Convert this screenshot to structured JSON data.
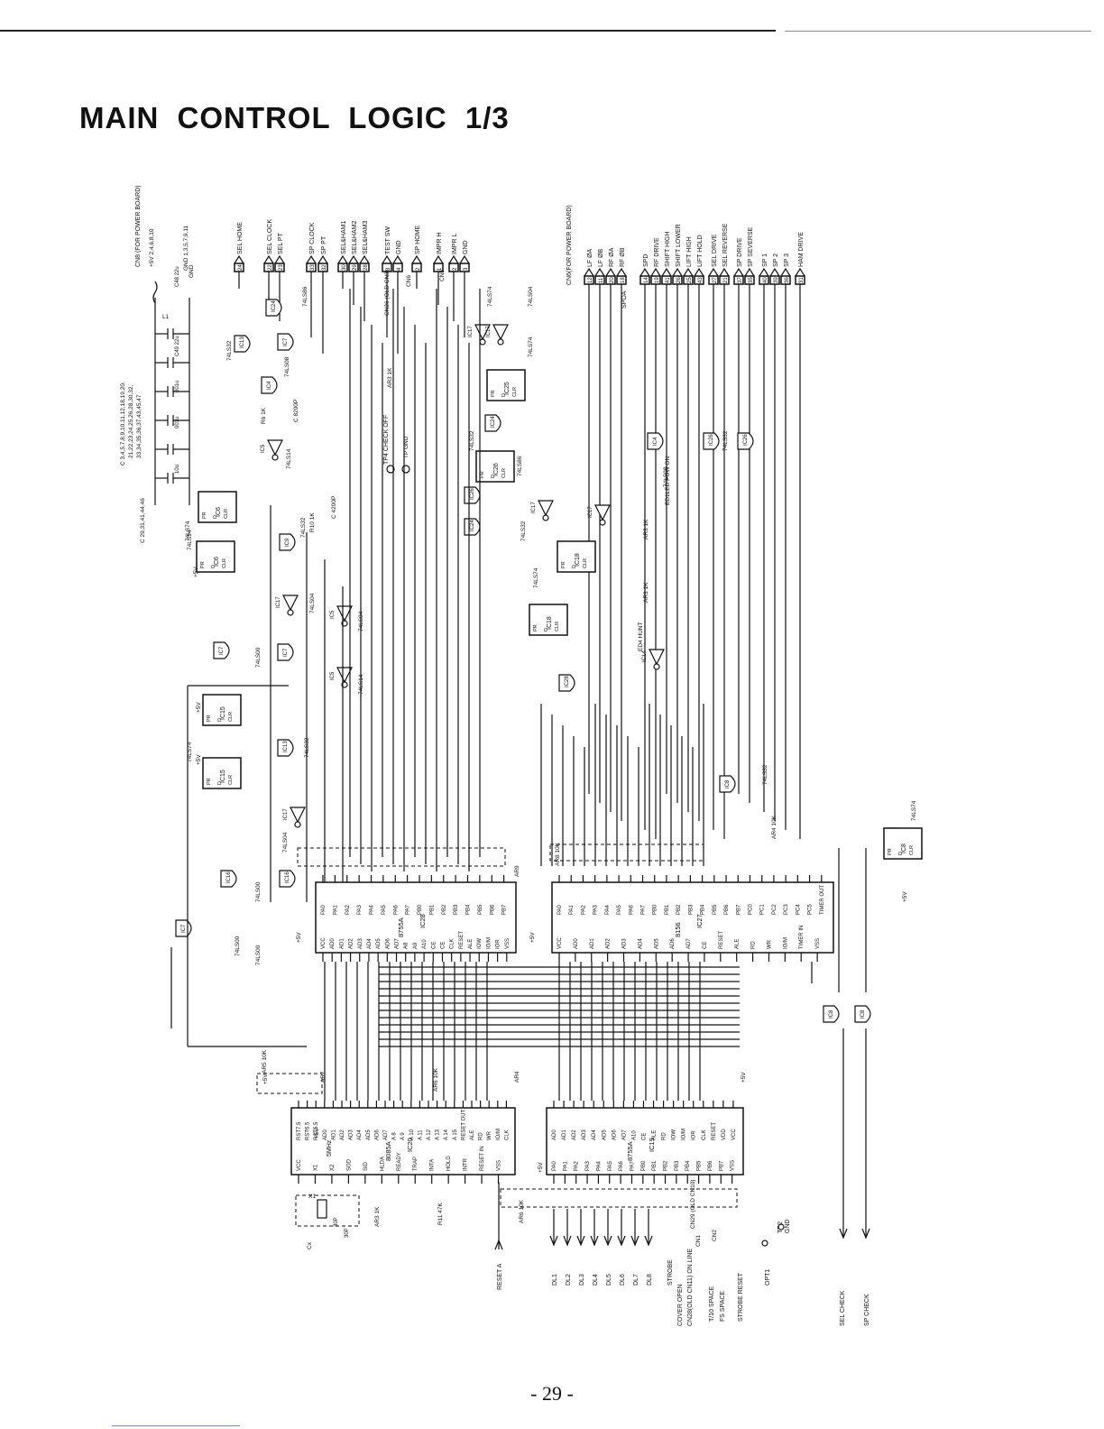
{
  "page": {
    "title": "MAIN CONTROL LOGIC 1/3",
    "page_number": "- 29 -"
  },
  "connectors_right": [
    {
      "pin": "24",
      "label": "SEL HOME"
    },
    {
      "pin": "22",
      "label": "SEL CLOCK"
    },
    {
      "pin": "23",
      "label": "SEL PT"
    },
    {
      "pin": "33",
      "label": "SP CLOCK"
    },
    {
      "pin": "32",
      "label": "SP PT"
    },
    {
      "pin": "30",
      "label": "SEL&HAM1"
    },
    {
      "pin": "29",
      "label": "SEL&HAM2"
    },
    {
      "pin": "28",
      "label": "SEL&HAM3"
    },
    {
      "pin": "3",
      "label": "TEST SW"
    },
    {
      "pin": "4",
      "label": "GND"
    },
    {
      "pin": "2",
      "label": "SP HOME"
    },
    {
      "pin": "1",
      "label": "IMPR H"
    },
    {
      "pin": "2",
      "label": "IMPR L"
    },
    {
      "pin": "3",
      "label": "GND"
    }
  ],
  "connectors_power": [
    {
      "pin": "12",
      "label": "LF ØA"
    },
    {
      "pin": "11",
      "label": "LF ØB"
    },
    {
      "pin": "20",
      "label": "RF ØA"
    },
    {
      "pin": "18",
      "label": "RF ØB"
    },
    {
      "pin": "14",
      "label": "SPD"
    },
    {
      "pin": "19",
      "label": "RF DRIVE"
    },
    {
      "pin": "41",
      "label": "SHIFT HIGH"
    },
    {
      "pin": "26",
      "label": "SHIFT LOWER"
    },
    {
      "pin": "25",
      "label": "LIFT HIGH"
    },
    {
      "pin": "43",
      "label": "LIFT HOLD"
    },
    {
      "pin": "27",
      "label": "SEL DRIVE"
    },
    {
      "pin": "21",
      "label": "SEL REVERSE"
    },
    {
      "pin": "37",
      "label": "SP DRIVE"
    },
    {
      "pin": "35",
      "label": "SP SEVERSE"
    },
    {
      "pin": "40",
      "label": "SP 1"
    },
    {
      "pin": "39",
      "label": "SP 2"
    },
    {
      "pin": "36",
      "label": "SP 3"
    },
    {
      "pin": "31",
      "label": "HAM DRIVE"
    }
  ],
  "header_labels": {
    "cn8": "CN8 (FOR POWER BOARD)",
    "cn6": "CN6(FOR POWER BOARD)",
    "cn26": "CN26 (OLD CN3)",
    "cn6b": "CN6",
    "cn5": "CN5",
    "v5_pins": "+5V 2,4,6,8,10",
    "gnd_pins": "GND 1,3,5,7,9,11",
    "caps1": "C 3,4,5,7,8,9,10,11,12,18,19,20,",
    "caps2": "21,22,23,24,25,26,28,30,32,",
    "caps3": "33,34,35,36,37,43,45,47",
    "caps4": "C 29,31,41,44,46",
    "check_off": "TP4 CHECK OFF",
    "tp_gnd": "TP GND",
    "spoa": "SPOA",
    "led_pow": "ED1LED POW ON",
    "led_hunt": "ED4 HUNT"
  },
  "ics": [
    {
      "ref": "IC20",
      "type": "8085A",
      "extra": "5MHz"
    },
    {
      "ref": "IC28",
      "type": "8755A"
    },
    {
      "ref": "IC27",
      "type": "8156"
    },
    {
      "ref": "IC19",
      "type": "8755A"
    }
  ],
  "ic20_pins": [
    "RST7.5",
    "RST6.5",
    "RST5.5",
    "AD0",
    "AD1",
    "AD2",
    "AD3",
    "AD4",
    "AD5",
    "AD6",
    "AD7",
    "A 8",
    "A 9",
    "A 10",
    "A 11",
    "A 12",
    "A 13",
    "A 14",
    "A 15",
    "RESET OUT",
    "ALE",
    "RD",
    "WR",
    "IO/M",
    "CLK",
    "VCC",
    "X1",
    "X2",
    "SOD",
    "SID",
    "HLDA",
    "READY",
    "TRAP",
    "INTA",
    "HOLD",
    "INTR",
    "RESET IN",
    "VSS"
  ],
  "ic28_pins": [
    "PA0",
    "PA1",
    "PA2",
    "PA3",
    "PA4",
    "PA5",
    "PA6",
    "PA7",
    "PB0",
    "PB1",
    "PB2",
    "PB3",
    "PB4",
    "PB5",
    "PB6",
    "PB7",
    "VCC",
    "AD0",
    "AD1",
    "AD2",
    "AD3",
    "AD4",
    "AD5",
    "AD6",
    "AD7",
    "A8",
    "A9",
    "A10",
    "CE",
    "CE",
    "CLK",
    "RESET",
    "ALE",
    "IOW",
    "IO/M",
    "IOR",
    "VSS"
  ],
  "ic27_pins": [
    "PA0",
    "PA1",
    "PA2",
    "PA3",
    "PA4",
    "PA5",
    "PA6",
    "PA7",
    "PB0",
    "PB1",
    "PB2",
    "PB3",
    "PB4",
    "PB5",
    "PB6",
    "PB7",
    "PC0",
    "PC1",
    "PC2",
    "PC3",
    "PC4",
    "PC5",
    "TIMER OUT",
    "VCC",
    "AD0",
    "AD1",
    "AD2",
    "AD3",
    "AD4",
    "AD5",
    "AD6",
    "AD7",
    "CE",
    "RESET",
    "ALE",
    "RD",
    "WR",
    "IO/M",
    "TIMER IN",
    "VSS"
  ],
  "ic19_pins": [
    "AD0",
    "AD1",
    "AD2",
    "AD3",
    "AD4",
    "AD5",
    "AD6",
    "AD7",
    "A10",
    "CE",
    "ALE",
    "RD",
    "IOW",
    "IO/M",
    "IOR",
    "CLK",
    "RESET",
    "VDD",
    "VCC",
    "PA0",
    "PA1",
    "PA2",
    "PA3",
    "PA4",
    "PA5",
    "PA6",
    "PA7",
    "PB0",
    "PB1",
    "PB2",
    "PB3",
    "PB4",
    "PB5",
    "PB6",
    "PB7",
    "VSS"
  ],
  "logic_labels": [
    "74LS32",
    "74LS86",
    "74LS08",
    "74LS14",
    "74LS74",
    "74LS00",
    "74LS04",
    "74LS32",
    "74LS74",
    "74LS00",
    "74LS32",
    "74LS04",
    "74LS14",
    "74LS14",
    "74LS74",
    "74LS32",
    "74LS86",
    "74LS74",
    "74LS04",
    "74LS32",
    "74LS74",
    "74LS08",
    "74LS32",
    "74LS74",
    "74LS00",
    "74LS00",
    "74LS04",
    "74LS32"
  ],
  "gate_refs": [
    "IC13",
    "IC7",
    "IC24",
    "IC4",
    "IC5",
    "IC6",
    "IC6",
    "IC9",
    "IC17",
    "IC7",
    "IC7",
    "IC5",
    "IC5",
    "IC15",
    "IC15",
    "IC13",
    "IC17",
    "IC16",
    "IC16",
    "IC7",
    "IC17",
    "IC17",
    "IC25",
    "IC24",
    "IC26",
    "IC24",
    "IC26",
    "IC17",
    "IC17",
    "IC18",
    "IC18",
    "IC28",
    "IC14",
    "IC4",
    "IC26",
    "IC26",
    "IC8",
    "IC8",
    "IC8",
    "IC8"
  ],
  "passives": [
    "L1",
    "C48 22u",
    "C49 22u",
    "001u",
    "001u",
    "10u",
    "R6 1K",
    "C 8200P",
    "R10 1K",
    "C 4200P",
    "AR3 1K",
    "AR3 1K",
    "AR3 1K",
    "AR5 10K",
    "AR8 10K",
    "AR4 10K",
    "AR9",
    "AR6 10K",
    "AR6 10K",
    "AR7",
    "AR4",
    "AR3 1K",
    "R11 47K",
    "X1",
    "30P",
    "30P",
    "Cx"
  ],
  "bottom_signals": [
    "DL1",
    "DL2",
    "DL3",
    "DL4",
    "DL5",
    "DL6",
    "DL7",
    "DL8",
    "STROBE",
    "COVER OPEN",
    "CN28(OLD CN11) ON LINE",
    "T/10 SPACE",
    "FS SPACE",
    "STROBE RESET",
    "OPT1",
    "TP2",
    "GND",
    "SEL CHECK",
    "SP CHECK",
    "RESET A"
  ],
  "cn_bottom": [
    "CN1",
    "CN2",
    "CN29 (OLD CN10)"
  ],
  "supply_labels": [
    "+5V",
    "GND",
    "VSS"
  ]
}
